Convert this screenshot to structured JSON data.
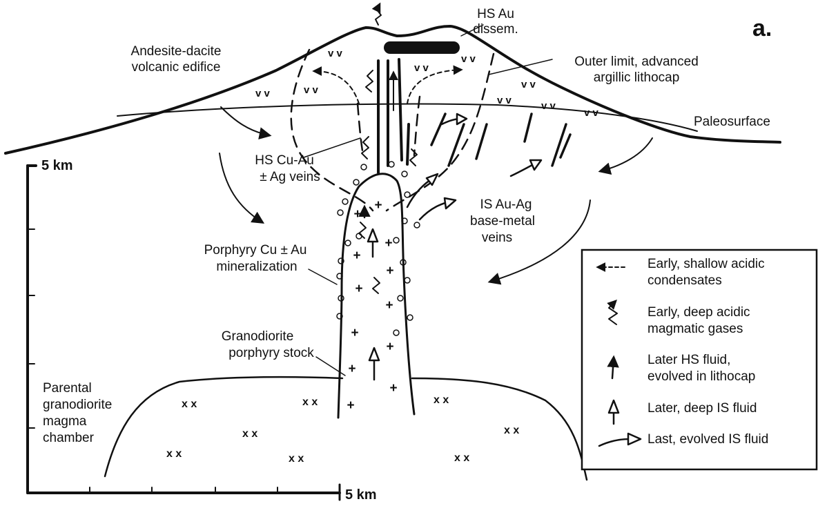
{
  "panel_label": "a.",
  "labels": {
    "hs_au_dissem": [
      "HS Au",
      "dissem."
    ],
    "edifice": [
      "Andesite-dacite",
      "volcanic edifice"
    ],
    "lithocap": [
      "Outer limit, advanced",
      "argillic lithocap"
    ],
    "paleosurface": [
      "Paleosurface"
    ],
    "hs_veins": [
      "HS Cu-Au",
      "± Ag veins"
    ],
    "is_veins": [
      "IS Au-Ag",
      "base-metal",
      "veins"
    ],
    "porphyry": [
      "Porphyry Cu ± Au",
      "mineralization"
    ],
    "stock": [
      "Granodiorite",
      "porphyry stock"
    ],
    "chamber": [
      "Parental",
      "granodiorite",
      "magma",
      "chamber"
    ]
  },
  "scale": {
    "vertical": "5 km",
    "horizontal": "5 km"
  },
  "symbols": {
    "volcanic": "v v",
    "intrusive": "x x",
    "stock": "+",
    "alteration": "o"
  },
  "legend": [
    {
      "icon": "dashed-arrow-icon",
      "lines": [
        "Early, shallow acidic",
        "condensates"
      ]
    },
    {
      "icon": "squiggle-arrow-icon",
      "lines": [
        "Early, deep acidic",
        "magmatic gases"
      ]
    },
    {
      "icon": "thin-arrow-icon",
      "lines": [
        "Later HS fluid,",
        "evolved in lithocap"
      ]
    },
    {
      "icon": "open-arrow-icon",
      "lines": [
        "Later, deep IS fluid"
      ]
    },
    {
      "icon": "curved-open-arrow-icon",
      "lines": [
        "Last, evolved IS fluid"
      ]
    }
  ]
}
